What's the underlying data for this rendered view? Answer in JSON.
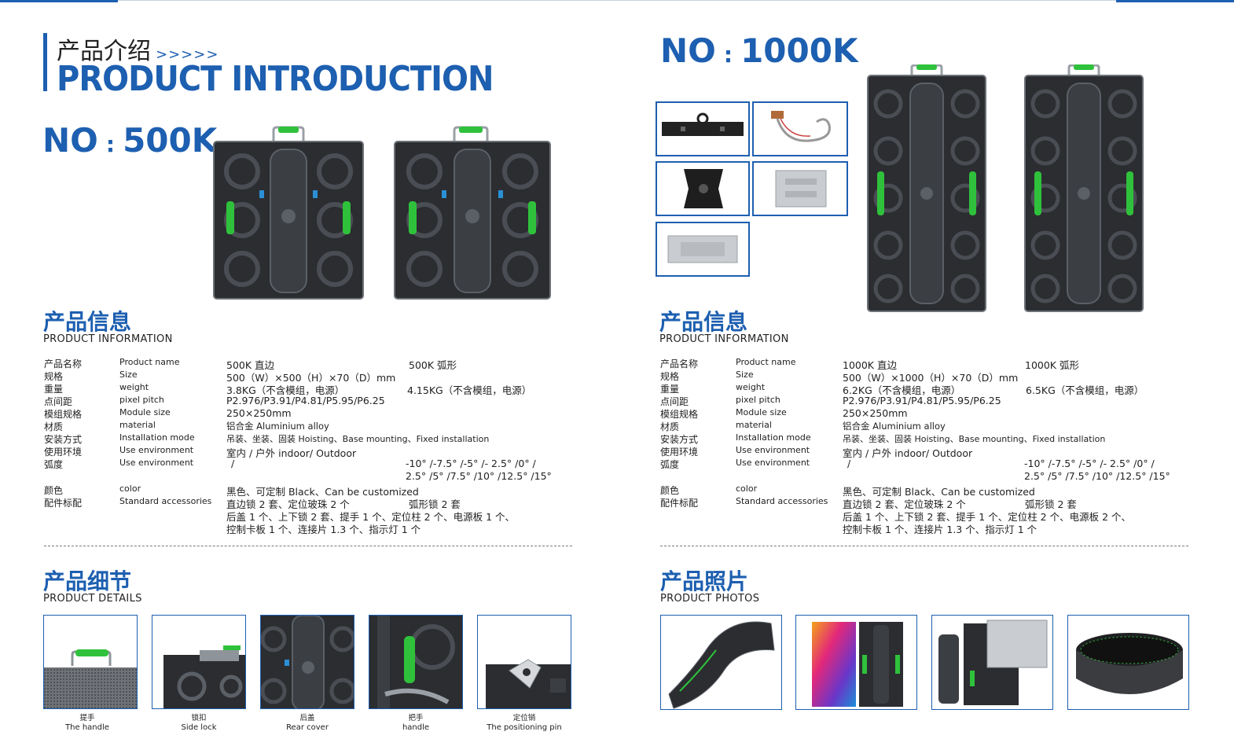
{
  "header": {
    "intro_cn": "产品介绍",
    "intro_arrows": ">>>>>",
    "intro_en": "PRODUCT INTRODUCTION"
  },
  "left": {
    "model_prefix": "NO",
    "model_colon": ":",
    "model": "500K",
    "info_cn": "产品信息",
    "info_en": "PRODUCT INFORMATION",
    "specs": [
      {
        "cn": "产品名称",
        "en": "Product name",
        "v1": "500K 直边",
        "v2": "500K 弧形"
      },
      {
        "cn": "规格",
        "en": "Size",
        "v1": "500（W）×500（H）×70（D）mm",
        "v2": ""
      },
      {
        "cn": "重量",
        "en": "weight",
        "v1": "3.8KG（不含模组，电源）",
        "v2": "4.15KG（不含模组，电源）"
      },
      {
        "cn": "点间距",
        "en": "pixel pitch",
        "v1": "P2.976/P3.91/P4.81/P5.95/P6.25",
        "v2": ""
      },
      {
        "cn": "模组规格",
        "en": "Module size",
        "v1": "250×250mm",
        "v2": ""
      },
      {
        "cn": "材质",
        "en": "material",
        "v1": "铝合金 Aluminium alloy",
        "v2": ""
      },
      {
        "cn": "安装方式",
        "en": "Installation mode",
        "v1": "吊装、坐装、固装 Hoisting、Base mounting、Fixed installation",
        "v2": ""
      },
      {
        "cn": "使用环境",
        "en": "Use environment",
        "v1": "室内 / 户外 indoor/ Outdoor",
        "v2": ""
      },
      {
        "cn": "弧度",
        "en": "Use environment",
        "v1": "/",
        "v2": "-10° /-7.5° /-5° /- 2.5° /0° /",
        "v2b": "2.5° /5° /7.5° /10° /12.5° /15°"
      },
      {
        "cn": "颜色",
        "en": "color",
        "v1": "黑色、可定制 Black、Can be customized",
        "v2": ""
      },
      {
        "cn": "配件标配",
        "en": "Standard accessories",
        "v1": "直边锁 2 套、定位玻珠 2 个",
        "v2": "弧形锁 2 套",
        "v1b": "后盖 1 个、上下锁 2 套、提手 1 个、定位柱 2 个、电源板 1 个、",
        "v1c": "控制卡板 1 个、连接片 1.3 个、指示灯 1 个"
      }
    ],
    "details_cn": "产品细节",
    "details_en": "PRODUCT DETAILS",
    "details": [
      {
        "cn": "提手",
        "en": "The handle"
      },
      {
        "cn": "锁扣",
        "en": "Side lock"
      },
      {
        "cn": "后盖",
        "en": "Rear cover"
      },
      {
        "cn": "把手",
        "en": "handle"
      },
      {
        "cn": "定位销",
        "en": "The positioning pin"
      }
    ]
  },
  "right": {
    "model_prefix": "NO",
    "model_colon": ":",
    "model": "1000K",
    "info_cn": "产品信息",
    "info_en": "PRODUCT INFORMATION",
    "specs": [
      {
        "cn": "产品名称",
        "en": "Product name",
        "v1": "1000K 直边",
        "v2": "1000K 弧形"
      },
      {
        "cn": "规格",
        "en": "Size",
        "v1": "500（W）×1000（H）×70（D）mm",
        "v2": ""
      },
      {
        "cn": "重量",
        "en": "weight",
        "v1": "6.2KG（不含模组，电源）",
        "v2": "6.5KG（不含模组，电源）"
      },
      {
        "cn": "点间距",
        "en": "pixel pitch",
        "v1": "P2.976/P3.91/P4.81/P5.95/P6.25",
        "v2": ""
      },
      {
        "cn": "模组规格",
        "en": "Module size",
        "v1": "250×250mm",
        "v2": ""
      },
      {
        "cn": "材质",
        "en": "material",
        "v1": "铝合金 Aluminium alloy",
        "v2": ""
      },
      {
        "cn": "安装方式",
        "en": "Installation mode",
        "v1": "吊装、坐装、固装 Hoisting、Base mounting、Fixed installation",
        "v2": ""
      },
      {
        "cn": "使用环境",
        "en": "Use environment",
        "v1": "室内 / 户外 indoor/ Outdoor",
        "v2": ""
      },
      {
        "cn": "弧度",
        "en": "Use environment",
        "v1": "/",
        "v2": "-10° /-7.5° /-5° /- 2.5° /0° /",
        "v2b": "2.5° /5° /7.5° /10° /12.5° /15°"
      },
      {
        "cn": "颜色",
        "en": "color",
        "v1": "黑色、可定制 Black、Can be customized",
        "v2": ""
      },
      {
        "cn": "配件标配",
        "en": "Standard accessories",
        "v1": "直边锁 2 套、定位玻珠 2 个",
        "v2": "弧形锁 2 套",
        "v1b": "后盖 1 个、上下锁 2 套、提手 1 个、定位柱 2 个、电源板 2 个、",
        "v1c": "控制卡板 1 个、连接片 1.3 个、指示灯 1 个"
      }
    ],
    "photos_cn": "产品照片",
    "photos_en": "PRODUCT PHOTOS"
  },
  "colors": {
    "brand_blue": "#1d5fb0",
    "cabinet_dark": "#2b2d30",
    "accent_green": "#2fc13b"
  }
}
